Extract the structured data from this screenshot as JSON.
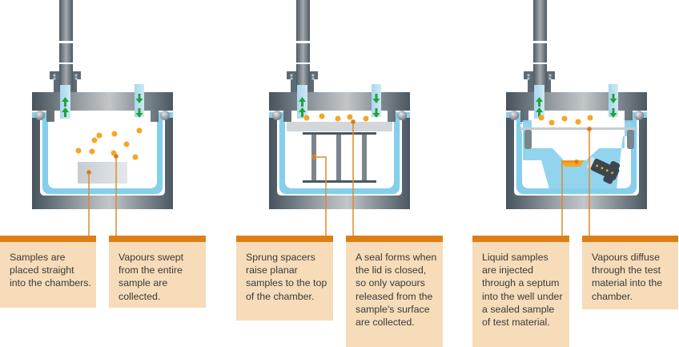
{
  "title": "Micro-chamber sampling configurations",
  "colors": {
    "callout_bar": "#dd7f16",
    "callout_bg": "#f6dcb9",
    "callout_line": "#e08a2a",
    "steel_dark": "#4d5a64",
    "steel_light": "#b9bec2",
    "water_jacket": "#86cfec",
    "vapour_dot": "#f5a623",
    "flow_arrow": "#22a33a"
  },
  "panels": [
    {
      "id": "bulk",
      "icons": [
        "chamber-icon",
        "sample-block-icon",
        "vapour-dots-icon",
        "flow-in-arrow-icon",
        "flow-out-arrow-icon"
      ],
      "callouts": [
        {
          "text": "Samples are placed straight into the chambers."
        },
        {
          "text": "Vapours swept from the entire sample are collected."
        }
      ]
    },
    {
      "id": "surface",
      "icons": [
        "chamber-icon",
        "sprung-spacer-icon",
        "planar-sample-icon",
        "vapour-dots-icon"
      ],
      "callouts": [
        {
          "text": "Sprung spacers raise planar samples to the top of the chamber."
        },
        {
          "text": "A seal forms when the lid is closed, so only vapours released from the sample's surface are collected."
        }
      ]
    },
    {
      "id": "permeation",
      "icons": [
        "chamber-icon",
        "septum-injector-icon",
        "liquid-well-icon",
        "vapour-dots-icon"
      ],
      "callouts": [
        {
          "text": "Liquid samples are injected through a septum into the well under a sealed sample of test material."
        },
        {
          "text": "Vapours diffuse through the test material into the chamber."
        }
      ]
    }
  ]
}
